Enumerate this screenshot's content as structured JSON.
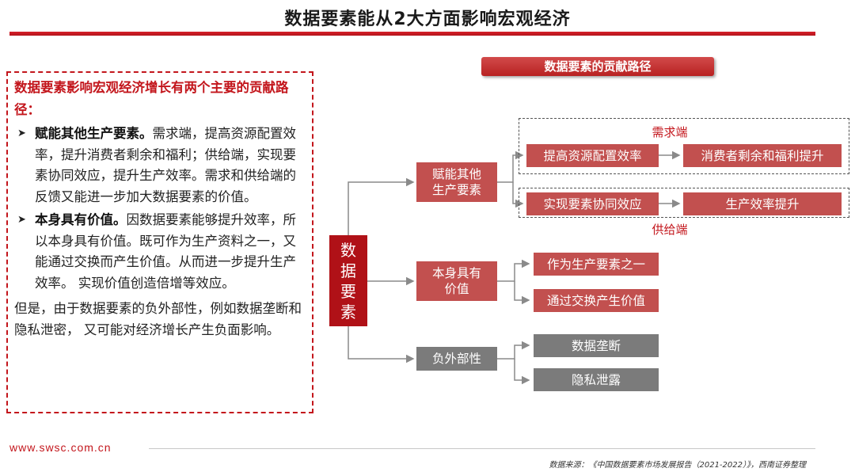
{
  "title": "数据要素能从2大方面影响宏观经济",
  "left_panel": {
    "heading": "数据要素影响宏观经济增长有两个主要的贡献路径：",
    "bullets": [
      {
        "bold": "赋能其他生产要素。",
        "text": "需求端，提高资源配置效率，提升消费者剩余和福利；供给端，实现要素协同效应，提升生产效率。需求和供给端的反馈又能进一步加大数据要素的价值。"
      },
      {
        "bold": "本身具有价值。",
        "text": "因数据要素能够提升效率，所以本身具有价值。既可作为生产资料之一，又能通过交换而产生价值。从而进一步提升生产效率。 实现价值创造倍增等效应。"
      }
    ],
    "closing": "但是，由于数据要素的负外部性，例如数据垄断和隐私泄密， 又可能对经济增长产生负面影响。"
  },
  "diagram": {
    "banner": "数据要素的贡献路径",
    "root": "数据要素",
    "branches": [
      {
        "label": "赋能其他生产要素"
      },
      {
        "label": "本身具有价值"
      },
      {
        "label": "负外部性"
      }
    ],
    "demand_label": "需求端",
    "supply_label": "供给端",
    "demand_chain": [
      "提高资源配置效率",
      "消费者剩余和福利提升"
    ],
    "supply_chain": [
      "实现要素协同效应",
      "生产效率提升"
    ],
    "value_items": [
      "作为生产要素之一",
      "通过交换产生价值"
    ],
    "negative_items": [
      "数据垄断",
      "隐私泄露"
    ]
  },
  "footer": {
    "url": "www.swsc.com.cn",
    "source": "数据来源：《中国数据要素市场发展报告（2021-2022）》，西南证券整理"
  },
  "colors": {
    "accent_red": "#c3161c",
    "box_red": "#c2504f",
    "box_dark_red": "#b01117",
    "box_gray": "#7b7b7b"
  }
}
